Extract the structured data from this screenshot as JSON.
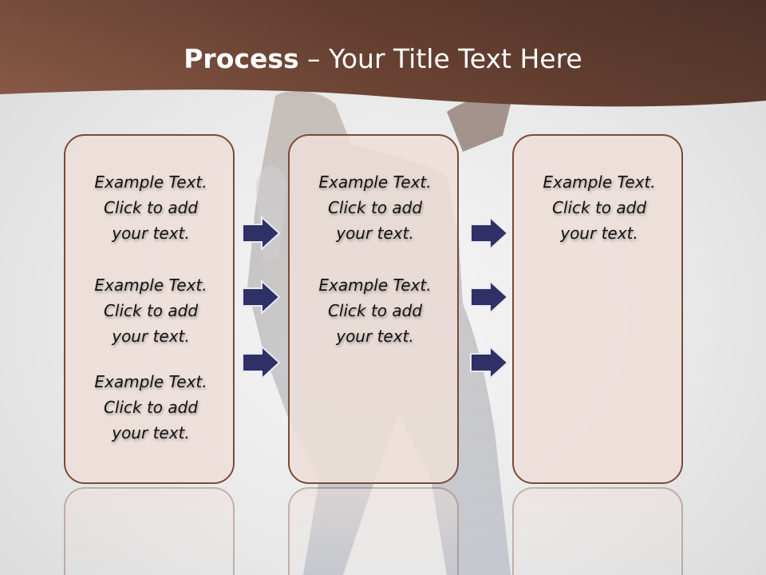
{
  "slide": {
    "title_bold": "Process",
    "title_rest": " – Your Title Text Here"
  },
  "columns": [
    {
      "blocks": [
        {
          "line1": "Example Text.",
          "line2": "Click  to add",
          "line3": "your text."
        },
        {
          "line1": "Example Text.",
          "line2": "Click  to add",
          "line3": "your text."
        },
        {
          "line1": "Example Text.",
          "line2": "Click  to add",
          "line3": "your text."
        }
      ]
    },
    {
      "blocks": [
        {
          "line1": "Example Text.",
          "line2": "Click  to add",
          "line3": "your text."
        },
        {
          "line1": "Example Text.",
          "line2": "Click  to add",
          "line3": "your text."
        }
      ]
    },
    {
      "blocks": [
        {
          "line1": "Example Text.",
          "line2": "Click  to add",
          "line3": "your text."
        }
      ]
    }
  ],
  "colors": {
    "header_band": "#6e4535",
    "box_border": "#7a4a3a",
    "box_fill": "#eeded8",
    "arrow_fill": "#2e3066"
  },
  "icons": {
    "arrow": "right-arrow-icon"
  }
}
